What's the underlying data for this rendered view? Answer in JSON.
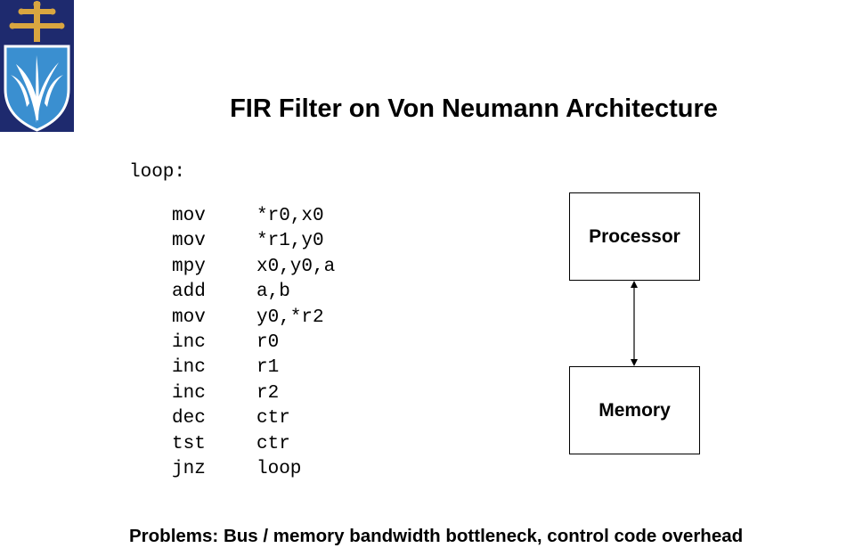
{
  "slide": {
    "title": "FIR Filter on Von Neumann Architecture",
    "logo_icon": "coat-of-arms-icon"
  },
  "code": {
    "label": "loop:",
    "instructions": [
      {
        "op": "mov",
        "args": "*r0,x0"
      },
      {
        "op": "mov",
        "args": "*r1,y0"
      },
      {
        "op": "mpy",
        "args": "x0,y0,a"
      },
      {
        "op": "add",
        "args": "a,b"
      },
      {
        "op": "mov",
        "args": "y0,*r2"
      },
      {
        "op": "inc",
        "args": "r0"
      },
      {
        "op": "inc",
        "args": "r1"
      },
      {
        "op": "inc",
        "args": "r2"
      },
      {
        "op": "dec",
        "args": "ctr"
      },
      {
        "op": "tst",
        "args": "ctr"
      },
      {
        "op": "jnz",
        "args": "loop"
      }
    ]
  },
  "diagram": {
    "processor_label": "Processor",
    "memory_label": "Memory",
    "link_icon": "double-arrow-icon"
  },
  "footer": {
    "problems": "Problems: Bus / memory bandwidth bottleneck, control code overhead"
  },
  "colors": {
    "logo_navy": "#1e2a6e",
    "logo_shield": "#3a8fd0",
    "logo_gold": "#d9a640"
  }
}
